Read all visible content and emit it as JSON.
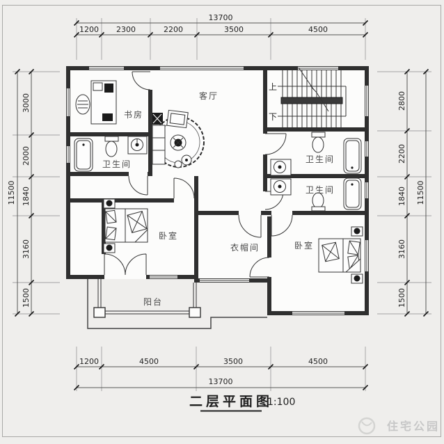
{
  "drawing": {
    "title": "二层平面图",
    "scale": "1:100",
    "watermark": "住宅公园"
  },
  "rooms": {
    "study": "书房",
    "living_room": "客厅",
    "bathroom_left": "卫生间",
    "bathroom_upper_right": "卫生间",
    "bathroom_lower_right": "卫生间",
    "bedroom_left": "卧室",
    "bedroom_right": "卧室",
    "cloakroom": "衣帽间",
    "balcony": "阳台"
  },
  "stairs": {
    "up_label": "上",
    "down_label": "下"
  },
  "dimensions": {
    "top": {
      "total": "13700",
      "segments": [
        "1200",
        "2300",
        "2200",
        "3500",
        "4500"
      ]
    },
    "bottom": {
      "total": "13700",
      "segments": [
        "1200",
        "4500",
        "3500",
        "4500"
      ]
    },
    "left": {
      "total": "11500",
      "segments": [
        "3000",
        "2000",
        "1840",
        "3160",
        "1500"
      ]
    },
    "right": {
      "total": "11500",
      "segments": [
        "2800",
        "2200",
        "1840",
        "3160",
        "1500"
      ]
    }
  },
  "colors": {
    "background": "#efeeec",
    "wall": "#2f2f2f",
    "line": "#333333",
    "dimension_text": "#222222",
    "room_label": "#4a4a4a",
    "watermark": "#c7c7c7"
  }
}
